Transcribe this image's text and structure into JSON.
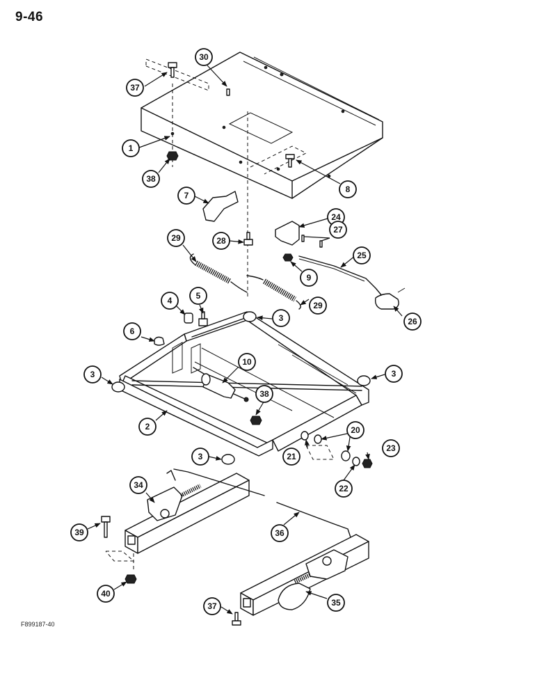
{
  "page_number": "9-46",
  "figure_code": "F899187-40",
  "callouts": [
    "37",
    "30",
    "1",
    "38",
    "7",
    "8",
    "24",
    "27",
    "28",
    "29",
    "25",
    "9",
    "26",
    "4",
    "5",
    "6",
    "3",
    "10",
    "2",
    "38",
    "21",
    "20",
    "23",
    "22",
    "34",
    "39",
    "36",
    "40",
    "37",
    "35",
    "3",
    "3",
    "3",
    "29"
  ]
}
